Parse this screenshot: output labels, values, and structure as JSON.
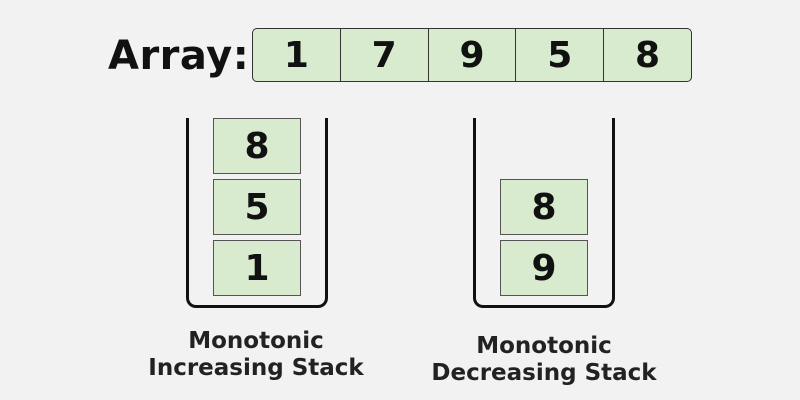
{
  "array": {
    "label": "Array:",
    "values": [
      "1",
      "7",
      "9",
      "5",
      "8"
    ]
  },
  "stacks": [
    {
      "caption_line1": "Monotonic",
      "caption_line2": "Increasing Stack",
      "items_top_to_bottom": [
        "8",
        "5",
        "1"
      ]
    },
    {
      "caption_line1": "Monotonic",
      "caption_line2": "Decreasing Stack",
      "items_top_to_bottom": [
        "8",
        "9"
      ]
    }
  ],
  "colors": {
    "background": "#f2f2f2",
    "cell_fill": "#d8ebcf",
    "outline": "#111111"
  }
}
